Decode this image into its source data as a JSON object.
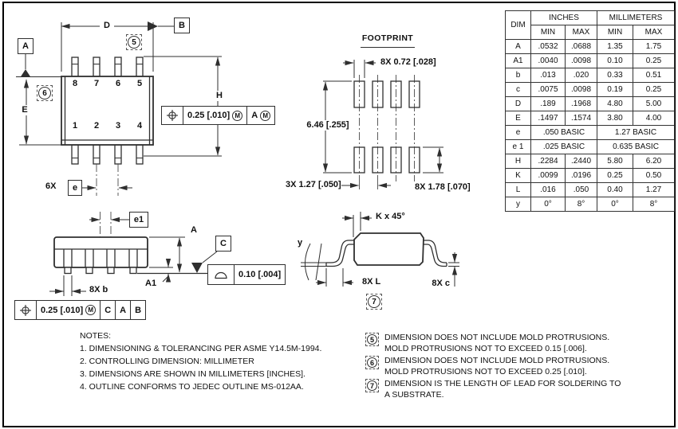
{
  "colors": {
    "line": "#2f2f2f",
    "text": "#111111",
    "background": "#ffffff"
  },
  "top_view": {
    "dim_d": "D",
    "dim_e": "E",
    "dim_h": "H",
    "datum_a": "A",
    "datum_b": "B",
    "flag5": "5",
    "flag6": "6",
    "pins_top": [
      "8",
      "7",
      "6",
      "5"
    ],
    "pins_bottom": [
      "1",
      "2",
      "3",
      "4"
    ],
    "pitch_prefix": "6X",
    "pitch_dim": "e",
    "fcf": {
      "tolerance": "0.25 [.010]",
      "modifier": "M",
      "datum": "A",
      "datum_modifier": "M"
    }
  },
  "footprint": {
    "title": "FOOTPRINT",
    "pad_width_dim": "8X 0.72 [.028]",
    "row_span_dim": "6.46 [.255]",
    "pitch_dim": "3X 1.27 [.050]",
    "pad_length_dim": "8X 1.78 [.070]"
  },
  "side_view": {
    "dim_e1": "e1",
    "dim_a": "A",
    "dim_a1": "A1",
    "datum_c": "C",
    "lead_width_dim": "8X b",
    "flatness_fcf": {
      "value": "0.10 [.004]"
    },
    "fcf": {
      "tolerance": "0.25 [.010]",
      "modifier": "M",
      "datums": [
        "C",
        "A",
        "B"
      ]
    }
  },
  "end_view": {
    "chamfer_dim": "K x 45°",
    "angle_dim": "y",
    "lead_length_dim": "8X L",
    "lead_thickness_dim": "8X c",
    "flag7": "7"
  },
  "table": {
    "headers": {
      "dim": "DIM",
      "inches": "INCHES",
      "millimeters": "MILLIMETERS",
      "min": "MIN",
      "max": "MAX"
    },
    "rows": [
      {
        "dim": "A",
        "in_min": ".0532",
        "in_max": ".0688",
        "mm_min": "1.35",
        "mm_max": "1.75"
      },
      {
        "dim": "A1",
        "in_min": ".0040",
        "in_max": ".0098",
        "mm_min": "0.10",
        "mm_max": "0.25"
      },
      {
        "dim": "b",
        "in_min": ".013",
        "in_max": ".020",
        "mm_min": "0.33",
        "mm_max": "0.51"
      },
      {
        "dim": "c",
        "in_min": ".0075",
        "in_max": ".0098",
        "mm_min": "0.19",
        "mm_max": "0.25"
      },
      {
        "dim": "D",
        "in_min": ".189",
        "in_max": ".1968",
        "mm_min": "4.80",
        "mm_max": "5.00"
      },
      {
        "dim": "E",
        "in_min": ".1497",
        "in_max": ".1574",
        "mm_min": "3.80",
        "mm_max": "4.00"
      },
      {
        "dim": "e",
        "in_span": ".050 BASIC",
        "mm_span": "1.27 BASIC"
      },
      {
        "dim": "e 1",
        "in_span": ".025 BASIC",
        "mm_span": "0.635 BASIC"
      },
      {
        "dim": "H",
        "in_min": ".2284",
        "in_max": ".2440",
        "mm_min": "5.80",
        "mm_max": "6.20"
      },
      {
        "dim": "K",
        "in_min": ".0099",
        "in_max": ".0196",
        "mm_min": "0.25",
        "mm_max": "0.50"
      },
      {
        "dim": "L",
        "in_min": ".016",
        "in_max": ".050",
        "mm_min": "0.40",
        "mm_max": "1.27"
      },
      {
        "dim": "y",
        "in_min": "0°",
        "in_max": "8°",
        "mm_min": "0°",
        "mm_max": "8°"
      }
    ]
  },
  "notes": {
    "title": "NOTES:",
    "items": [
      "1. DIMENSIONING & TOLERANCING PER ASME Y14.5M-1994.",
      "2. CONTROLLING DIMENSION: MILLIMETER",
      "3. DIMENSIONS ARE SHOWN IN MILLIMETERS [INCHES].",
      "4. OUTLINE CONFORMS TO JEDEC OUTLINE MS-012AA."
    ]
  },
  "flag_notes": [
    {
      "flag": "5",
      "line1": "DIMENSION DOES NOT INCLUDE MOLD PROTRUSIONS.",
      "line2": "MOLD PROTRUSIONS NOT TO EXCEED 0.15 [.006]."
    },
    {
      "flag": "6",
      "line1": "DIMENSION DOES NOT INCLUDE MOLD PROTRUSIONS.",
      "line2": "MOLD PROTRUSIONS NOT TO EXCEED 0.25 [.010]."
    },
    {
      "flag": "7",
      "line1": "DIMENSION IS THE LENGTH OF LEAD FOR SOLDERING TO",
      "line2": "A SUBSTRATE."
    }
  ]
}
